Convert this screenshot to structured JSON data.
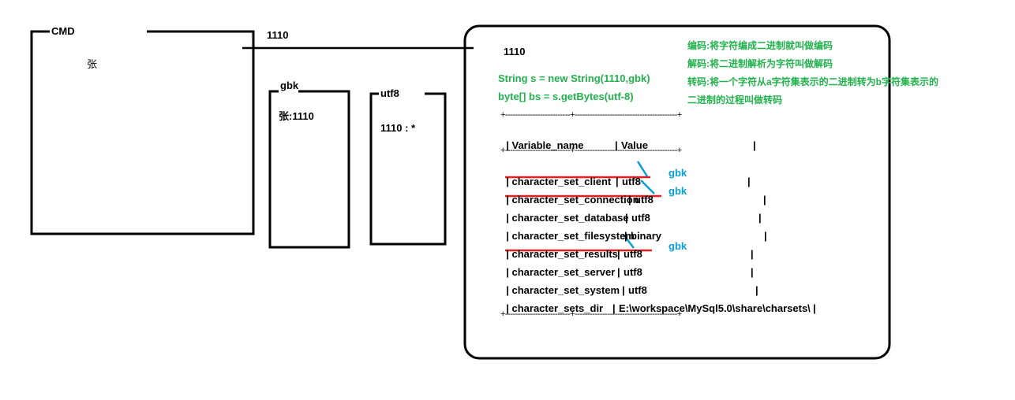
{
  "cmd_box": {
    "title": "CMD",
    "content": "张"
  },
  "arrow_label": "1110",
  "gbk_box": {
    "title": "gbk",
    "content": "张:1110"
  },
  "utf8_box": {
    "title": "utf8",
    "content": "1110 : *"
  },
  "main_box": {
    "heading": "1110",
    "code": [
      "String s = new String(1110,gbk)",
      "byte[] bs = s.getBytes(utf-8)"
    ],
    "notes": [
      "编码:将字符编成二进制就叫做编码",
      "解码:将二进制解析为字符叫做解码",
      "转码:将一个字符从a字符集表示的二进制转为b字符集表示的",
      "二进制的过程叫做转码"
    ],
    "table": {
      "border": "+--------------------------+-----------------------------------------+",
      "header": {
        "name": "Variable_name",
        "value": "Value"
      },
      "rows": [
        {
          "name": "character_set_client",
          "value": "utf8",
          "note": "gbk"
        },
        {
          "name": "character_set_connection",
          "value": "utf8",
          "note": "gbk"
        },
        {
          "name": "character_set_database",
          "value": "utf8",
          "note": ""
        },
        {
          "name": "character_set_filesystem",
          "value": "binary",
          "note": ""
        },
        {
          "name": "character_set_results",
          "value": "utf8",
          "note": "gbk"
        },
        {
          "name": "character_set_server",
          "value": "utf8",
          "note": ""
        },
        {
          "name": "character_set_system",
          "value": "utf8",
          "note": ""
        },
        {
          "name": "character_sets_dir",
          "value": "E:\\workspace\\MySql5.0\\share\\charsets\\",
          "note": ""
        }
      ]
    }
  },
  "colors": {
    "green": "#22b14c",
    "blue": "#0a9ed8",
    "red": "#e02020",
    "blue_strike": "#0a9ed8"
  }
}
